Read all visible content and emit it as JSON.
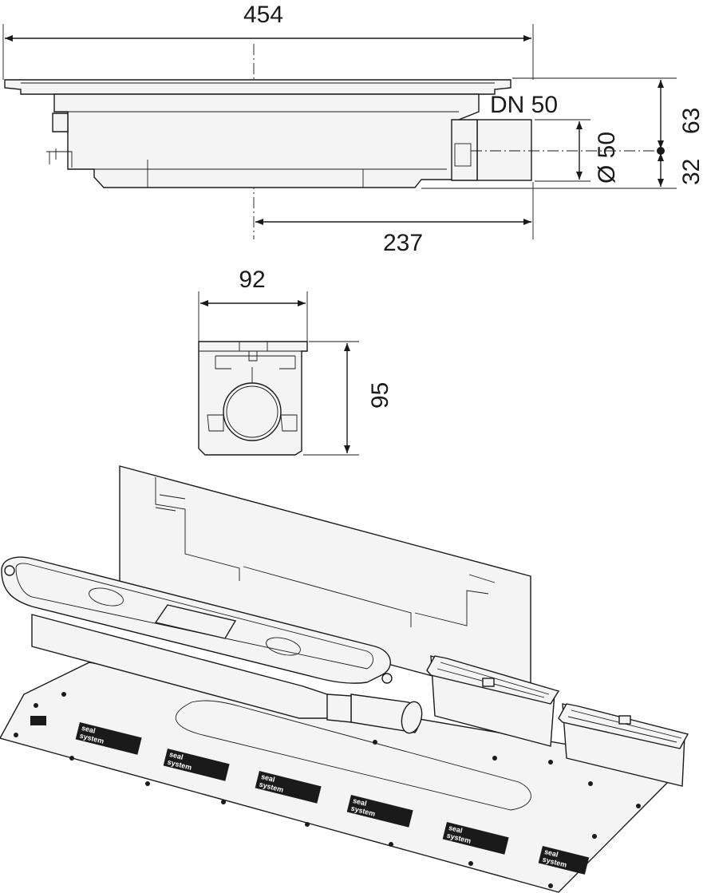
{
  "dimensions": {
    "overall_length": "454",
    "outlet_offset": "237",
    "width": "92",
    "height": "95",
    "total_height": "63",
    "outlet_center_height": "32",
    "outlet_nominal": "DN 50",
    "outlet_diameter": "Ø 50"
  },
  "logo_text": [
    "seal",
    "system"
  ],
  "colors": {
    "line": "#1a1a1a",
    "fill": "#f4f4f4",
    "background": "#ffffff"
  }
}
